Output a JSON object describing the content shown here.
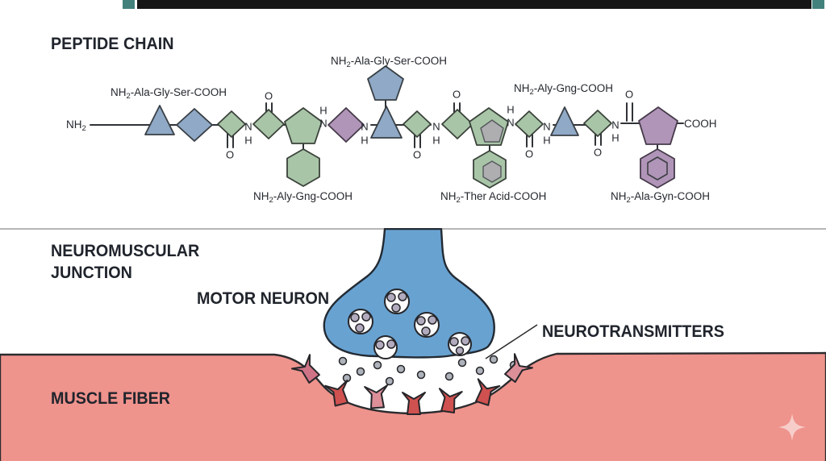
{
  "topbar": {
    "bar_color": "#161616",
    "accent_color": "#43817c"
  },
  "peptide": {
    "title": "PEPTIDE CHAIN",
    "labels": {
      "ala_gly_ser": {
        "pre": "NH",
        "sub": "2",
        "post": "-Ala-Gly-Ser-COOH"
      },
      "aly_gng": {
        "pre": "NH",
        "sub": "2",
        "post": "-Aly-Gng-COOH"
      },
      "ther_acid": {
        "pre": "NH",
        "sub": "2",
        "post": "-Ther Acid-COOH"
      },
      "ala_gyn": {
        "pre": "NH",
        "sub": "2",
        "post": "-Ala-Gyn-COOH"
      },
      "nh2_start": {
        "pre": "NH",
        "sub": "2"
      },
      "cooh_end": "COOH"
    },
    "atoms": {
      "oxygen": "O",
      "nitrogen": "N",
      "hydrogen": "H"
    }
  },
  "junction": {
    "title_line1": "NEUROMUSCULAR",
    "title_line2": "JUNCTION",
    "motor_neuron": "MOTOR NEURON",
    "neurotransmitters": "NEUROTRANSMITTERS",
    "muscle_fiber": "MUSCLE FIBER"
  },
  "icons": {
    "sparkle": "four-point-star"
  },
  "colors": {
    "topbar_black": "#161616",
    "topbar_teal": "#43817c",
    "peptide_blue": "#8fa9c6",
    "peptide_green": "#a9c5a8",
    "peptide_purple": "#b095b8",
    "shade_gray": "#aeaeb0",
    "neuron_blue": "#68a2d1",
    "muscle_pink": "#ef938d",
    "receptor_red": "#cf5150",
    "receptor_pink": "#dc8f99",
    "receptor_blend": "#cf7386",
    "vesicle_dot": "#b2aabd",
    "free_dot": "#aeb2ba",
    "sparkle_pink": "#f7cdc9"
  }
}
